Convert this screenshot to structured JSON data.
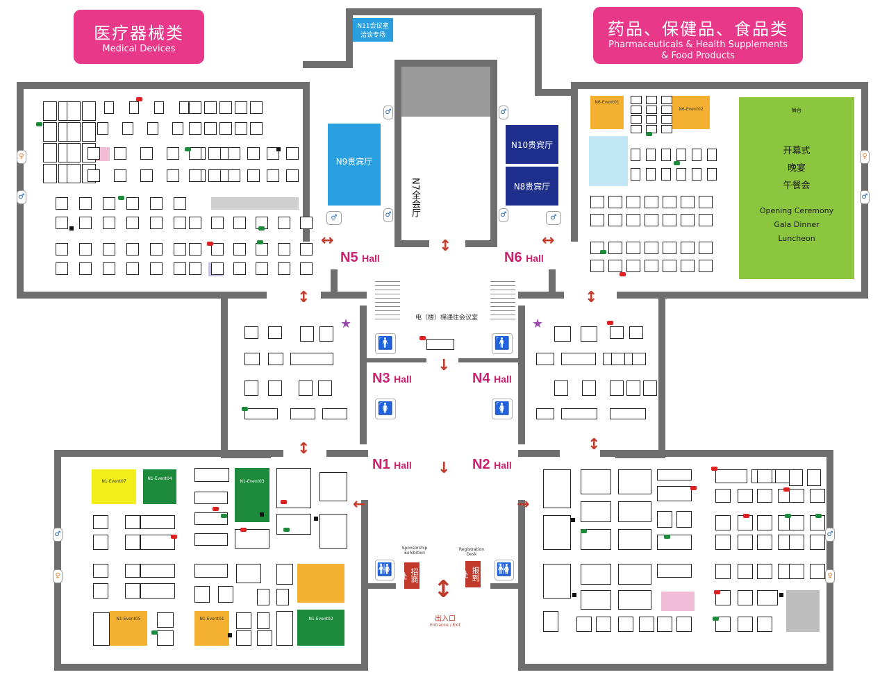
{
  "banners": {
    "left": {
      "zh": "医疗器械类",
      "en": "Medical Devices"
    },
    "right": {
      "zh": "药品、保健品、食品类",
      "en1": "Pharmaceuticals & Health Supplements",
      "en2": "& Food Products"
    }
  },
  "rooms": {
    "n11": {
      "line1": "N11会议室",
      "line2": "洽谈专场"
    },
    "n9": {
      "label": "N9贵宾厅"
    },
    "n10": {
      "label": "N10贵宾厅"
    },
    "n8": {
      "label": "N8贵宾厅"
    },
    "n7": {
      "label": "N7全会厅"
    },
    "ceremony": {
      "zh1": "开幕式",
      "zh2": "晚宴",
      "zh3": "午餐会",
      "en1": "Opening Ceremony",
      "en2": "Gala Dinner",
      "en3": "Luncheon"
    },
    "ceremony_tag": "舞台"
  },
  "halls": {
    "n1": "N1",
    "n2": "N2",
    "n3": "N3",
    "n4": "N4",
    "n5": "N5",
    "n6": "N6",
    "suffix": "Hall"
  },
  "center": {
    "elevator": "电（楼）梯通往会议室",
    "sponsorship": {
      "en1": "Sponsorship",
      "en2": "Exhibition",
      "zh": "招商处"
    },
    "registration": {
      "en1": "Registration",
      "en2": "Desk",
      "zh": "报到处"
    },
    "exit": {
      "zh": "出入口",
      "en": "Entrance / Exit"
    }
  },
  "events": {
    "n6_event01": "N6-Event01",
    "n6_event02": "N6-Event02",
    "n1_event05": "N1-Event05",
    "n1_event01": "N1-Event01",
    "n1_event02": "N1-Event02",
    "n1_event03": "N1-Event03",
    "n1_event04": "N1-Event04",
    "n1_event07": "N1-Event07"
  },
  "colors": {
    "pink": "#e8388a",
    "blue": "#2a9fe0",
    "navy": "#1e2f8c",
    "green": "#8cc63f",
    "dark_green": "#1e8a3c",
    "orange": "#f4b030",
    "yellow": "#f2ee1a",
    "wall": "#6f6f6f",
    "hall": "#c8206f",
    "arrow": "#c0392b"
  }
}
